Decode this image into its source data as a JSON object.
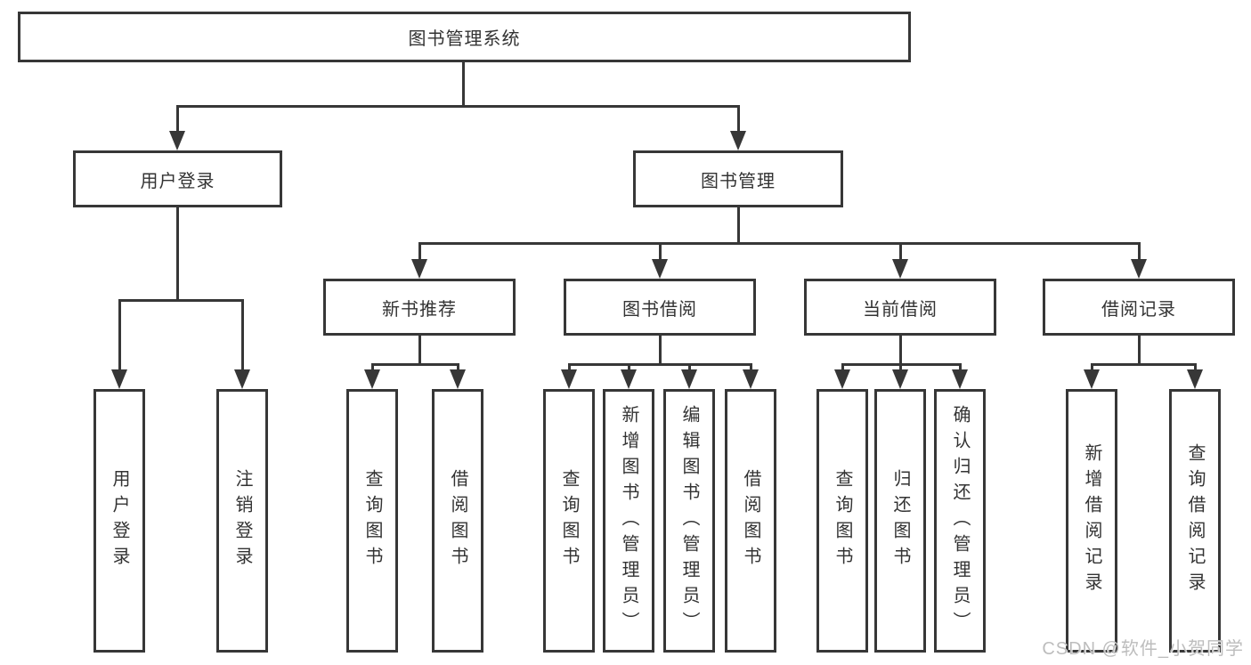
{
  "tree": {
    "label": "图书管理系统",
    "children": [
      {
        "label": "用户登录",
        "children": [
          {
            "label": "用户登录"
          },
          {
            "label": "注销登录"
          }
        ]
      },
      {
        "label": "图书管理",
        "children": [
          {
            "label": "新书推荐",
            "children": [
              {
                "label": "查询图书"
              },
              {
                "label": "借阅图书"
              }
            ]
          },
          {
            "label": "图书借阅",
            "children": [
              {
                "label": "查询图书"
              },
              {
                "label": "新增图书（管理员）"
              },
              {
                "label": "编辑图书（管理员）"
              },
              {
                "label": "借阅图书"
              }
            ]
          },
          {
            "label": "当前借阅",
            "children": [
              {
                "label": "查询图书"
              },
              {
                "label": "归还图书"
              },
              {
                "label": "确认归还（管理员）"
              }
            ]
          },
          {
            "label": "借阅记录",
            "children": [
              {
                "label": "新增借阅记录"
              },
              {
                "label": "查询借阅记录"
              }
            ]
          }
        ]
      }
    ]
  },
  "watermark": "CSDN @软件_小贺同学",
  "colors": {
    "line": "#373737",
    "text": "#333333",
    "background": "#ffffff",
    "watermark": "#bdbdbd"
  }
}
